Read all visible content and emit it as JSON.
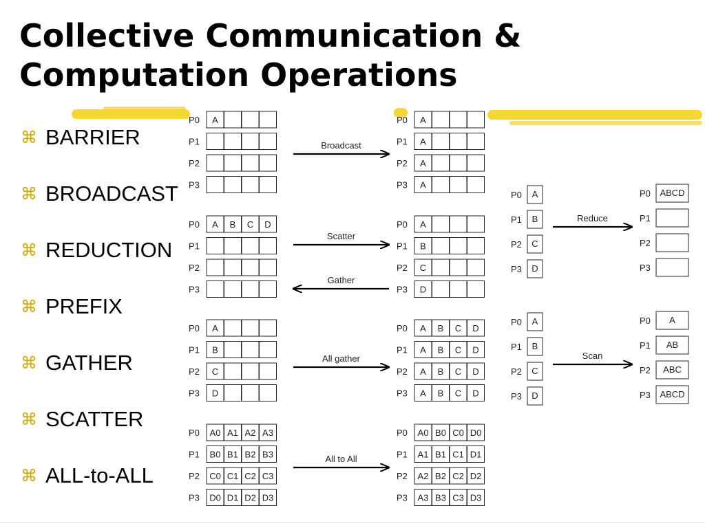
{
  "slide": {
    "title_line1": "Collective Communication &",
    "title_line2": "Computation Operations",
    "bullet_mark": "⌘",
    "bullets": [
      "BARRIER",
      "BROADCAST",
      "REDUCTION",
      "PREFIX",
      "GATHER",
      "SCATTER",
      "ALL-to-ALL"
    ]
  },
  "diagram": {
    "process_labels": [
      "P0",
      "P1",
      "P2",
      "P3"
    ],
    "operations": [
      {
        "name": "broadcast",
        "arrows": [
          {
            "label": "Broadcast",
            "direction": "right"
          }
        ],
        "before": [
          [
            "A",
            "",
            "",
            ""
          ],
          [
            "",
            "",
            "",
            ""
          ],
          [
            "",
            "",
            "",
            ""
          ],
          [
            "",
            "",
            "",
            ""
          ]
        ],
        "after": [
          [
            "A",
            "",
            "",
            ""
          ],
          [
            "A",
            "",
            "",
            ""
          ],
          [
            "A",
            "",
            "",
            ""
          ],
          [
            "A",
            "",
            "",
            ""
          ]
        ]
      },
      {
        "name": "scatter-gather",
        "arrows": [
          {
            "label": "Scatter",
            "direction": "right"
          },
          {
            "label": "Gather",
            "direction": "left"
          }
        ],
        "before": [
          [
            "A",
            "B",
            "C",
            "D"
          ],
          [
            "",
            "",
            "",
            ""
          ],
          [
            "",
            "",
            "",
            ""
          ],
          [
            "",
            "",
            "",
            ""
          ]
        ],
        "after": [
          [
            "A",
            "",
            "",
            ""
          ],
          [
            "B",
            "",
            "",
            ""
          ],
          [
            "C",
            "",
            "",
            ""
          ],
          [
            "D",
            "",
            "",
            ""
          ]
        ]
      },
      {
        "name": "all-gather",
        "arrows": [
          {
            "label": "All gather",
            "direction": "right"
          }
        ],
        "before": [
          [
            "A",
            "",
            "",
            ""
          ],
          [
            "B",
            "",
            "",
            ""
          ],
          [
            "C",
            "",
            "",
            ""
          ],
          [
            "D",
            "",
            "",
            ""
          ]
        ],
        "after": [
          [
            "A",
            "B",
            "C",
            "D"
          ],
          [
            "A",
            "B",
            "C",
            "D"
          ],
          [
            "A",
            "B",
            "C",
            "D"
          ],
          [
            "A",
            "B",
            "C",
            "D"
          ]
        ]
      },
      {
        "name": "all-to-all",
        "arrows": [
          {
            "label": "All to All",
            "direction": "right"
          }
        ],
        "before": [
          [
            "A0",
            "A1",
            "A2",
            "A3"
          ],
          [
            "B0",
            "B1",
            "B2",
            "B3"
          ],
          [
            "C0",
            "C1",
            "C2",
            "C3"
          ],
          [
            "D0",
            "D1",
            "D2",
            "D3"
          ]
        ],
        "after": [
          [
            "A0",
            "B0",
            "C0",
            "D0"
          ],
          [
            "A1",
            "B1",
            "C1",
            "D1"
          ],
          [
            "A2",
            "B2",
            "C2",
            "D2"
          ],
          [
            "A3",
            "B3",
            "C3",
            "D3"
          ]
        ]
      },
      {
        "name": "reduce",
        "arrows": [
          {
            "label": "Reduce",
            "direction": "right"
          }
        ],
        "before": [
          "A",
          "B",
          "C",
          "D"
        ],
        "after": [
          "ABCD",
          "",
          "",
          ""
        ]
      },
      {
        "name": "scan",
        "arrows": [
          {
            "label": "Scan",
            "direction": "right"
          }
        ],
        "before": [
          "A",
          "B",
          "C",
          "D"
        ],
        "after": [
          "A",
          "AB",
          "ABC",
          "ABCD"
        ]
      }
    ]
  }
}
